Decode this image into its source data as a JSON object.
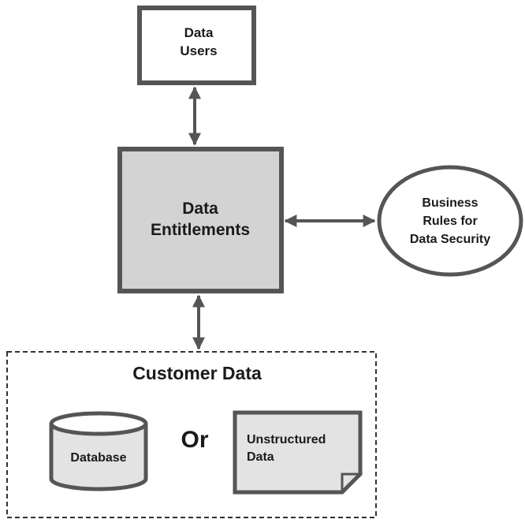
{
  "nodes": {
    "data_users": {
      "line1": "Data",
      "line2": "Users"
    },
    "entitlements": {
      "line1": "Data",
      "line2": "Entitlements"
    },
    "business_rules": {
      "line1": "Business",
      "line2": "Rules for",
      "line3": "Data Security"
    },
    "customer_data": {
      "title": "Customer Data"
    },
    "database": {
      "label": "Database"
    },
    "or": {
      "label": "Or"
    },
    "unstructured": {
      "line1": "Unstructured",
      "line2": "Data"
    }
  },
  "colors": {
    "stroke": "#555555",
    "box_fill": "#ffffff",
    "entitlements_fill": "#d3d3d3",
    "shape_fill": "#e3e3e3"
  }
}
